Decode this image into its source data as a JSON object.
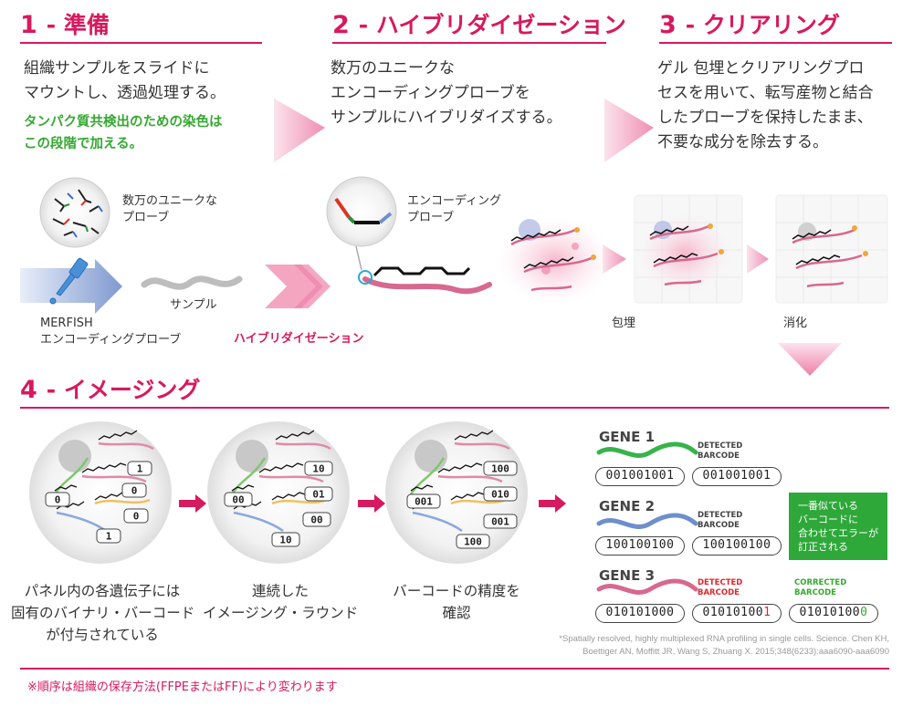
{
  "steps": {
    "s1": {
      "num": "1",
      "title": "- 準備",
      "line1": "組織サンプルをスライドに",
      "line2": "マウントし、透過処理する。",
      "green1": "タンパク質共検出のための染色は",
      "green2": "この段階で加える。"
    },
    "s2": {
      "num": "2",
      "title": "- ハイブリダイゼーション",
      "line1": "数万のユニークな",
      "line2": "エンコーディングプローブを",
      "line3": "サンプルにハイブリダイズする。"
    },
    "s3": {
      "num": "3",
      "title": "- クリアリング",
      "line1": "ゲル 包埋とクリアリングプロ",
      "line2": "セスを用いて、転写産物と結合",
      "line3": "したプローブを保持したまま、",
      "line4": "不要な成分を除去する。"
    },
    "s4": {
      "num": "4",
      "title": "- イメージング"
    }
  },
  "labels": {
    "probes1": "数万のユニークな",
    "probes2": "プローブ",
    "sample": "サンプル",
    "merfish1": "MERFISH",
    "merfish2": "エンコーディングプローブ",
    "hybridization": "ハイブリダイゼーション",
    "encoding1": "エンコーディング",
    "encoding2": "プローブ",
    "embed": "包埋",
    "digest": "消化"
  },
  "imaging": {
    "panel1": [
      "1",
      "0",
      "0",
      "0",
      "1"
    ],
    "panel2": [
      "10",
      "01",
      "00",
      "00",
      "10"
    ],
    "panel3": [
      "100",
      "010",
      "001",
      "001",
      "100"
    ],
    "cap1a": "パネル内の各遺伝子には",
    "cap1b": "固有のバイナリ・バーコード",
    "cap1c": "が付与されている",
    "cap2a": "連続した",
    "cap2b": "イメージング・ラウンド",
    "cap3a": "バーコードの精度を",
    "cap3b": "確認"
  },
  "genes": [
    {
      "name": "GENE 1",
      "detected_label1": "DETECTED",
      "detected_label2": "BARCODE",
      "measured": "001001001",
      "detected": "001001001",
      "color": "#36b34a"
    },
    {
      "name": "GENE 2",
      "detected_label1": "DETECTED",
      "detected_label2": "BARCODE",
      "measured": "100100100",
      "detected": "100100100",
      "color": "#6d8fcc"
    },
    {
      "name": "GENE 3",
      "detected_label1": "DETECTED",
      "detected_label2": "BARCODE",
      "measured": "010101000",
      "detected_prefix": "01010100",
      "detected_err": "1",
      "corrected_label1": "CORRECTED",
      "corrected_label2": "BARCODE",
      "corrected_prefix": "01010100",
      "corrected_fix": "0",
      "color": "#d7688f"
    }
  ],
  "correction_note": {
    "l1": "一番似ている",
    "l2": "バーコードに",
    "l3": "合わせてエラーが",
    "l4": "訂正される"
  },
  "citation": {
    "l1": "*Spatially resolved, highly multiplexed RNA profiling in single cells. Science. Chen KH,",
    "l2": "Boettiger AN, Moffitt JR, Wang S, Zhuang X. 2015;348(6233):aaa6090-aaa6090"
  },
  "footnote": "※順序は組織の保存方法(FFPEまたはFF)により変わります",
  "colors": {
    "accent": "#d7195f",
    "green": "#36a832",
    "gene1": "#36b34a",
    "gene2": "#6d8fcc",
    "gene3": "#d7688f"
  }
}
